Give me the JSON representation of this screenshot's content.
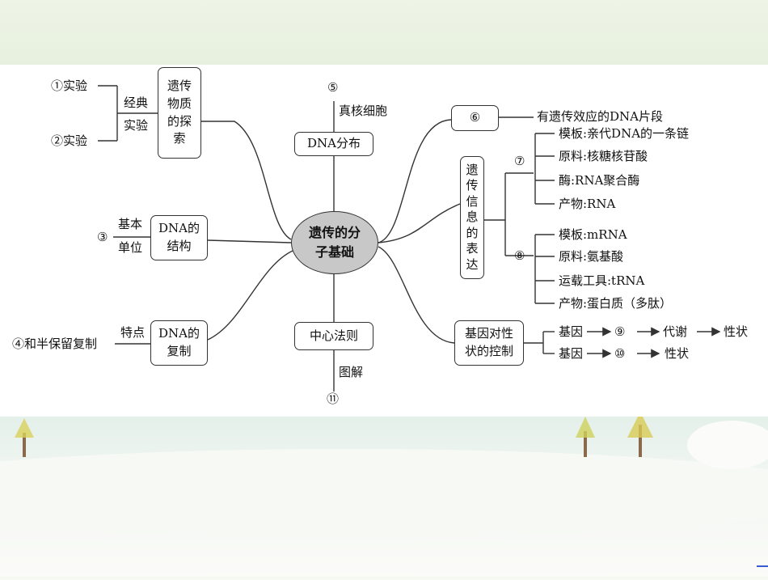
{
  "center": {
    "line1": "遗传的分",
    "line2": "子基础"
  },
  "left": {
    "exp1": "①实验",
    "exp2": "②实验",
    "classic": "经典",
    "experiment": "实验",
    "explore_box": [
      "遗传",
      "物质",
      "的探",
      "索"
    ],
    "num3": "③",
    "basic": "基本",
    "unit": "单位",
    "structure_box": [
      "DNA的",
      "结构"
    ],
    "trait_note": "④和半保留复制",
    "feature": "特点",
    "replication_box": [
      "DNA的",
      "复制"
    ]
  },
  "middle": {
    "num5": "⑤",
    "eukaryote": "真核细胞",
    "dna_dist": "DNA分布",
    "central_dogma": "中心法则",
    "diagram": "图解",
    "num11": "⑪"
  },
  "right": {
    "num6": "⑥",
    "gene_def": "有遗传效应的DNA片段",
    "expression_box": [
      "遗",
      "传",
      "信",
      "息",
      "的",
      "表",
      "达"
    ],
    "num7": "⑦",
    "template1": "模板:亲代DNA的一条链",
    "material1": "原料:核糖核苷酸",
    "enzyme": "酶:RNA聚合酶",
    "product1": "产物:RNA",
    "num8": "⑧",
    "template2": "模板:mRNA",
    "material2": "原料:氨基酸",
    "transport": "运载工具:tRNA",
    "product2": "产物:蛋白质（多肽）",
    "control_box": [
      "基因对性",
      "状的控制"
    ],
    "gene1": "基因",
    "num9": "⑨",
    "metabolism": "代谢",
    "trait1": "性状",
    "gene2": "基因",
    "num10": "⑩",
    "trait2": "性状"
  }
}
